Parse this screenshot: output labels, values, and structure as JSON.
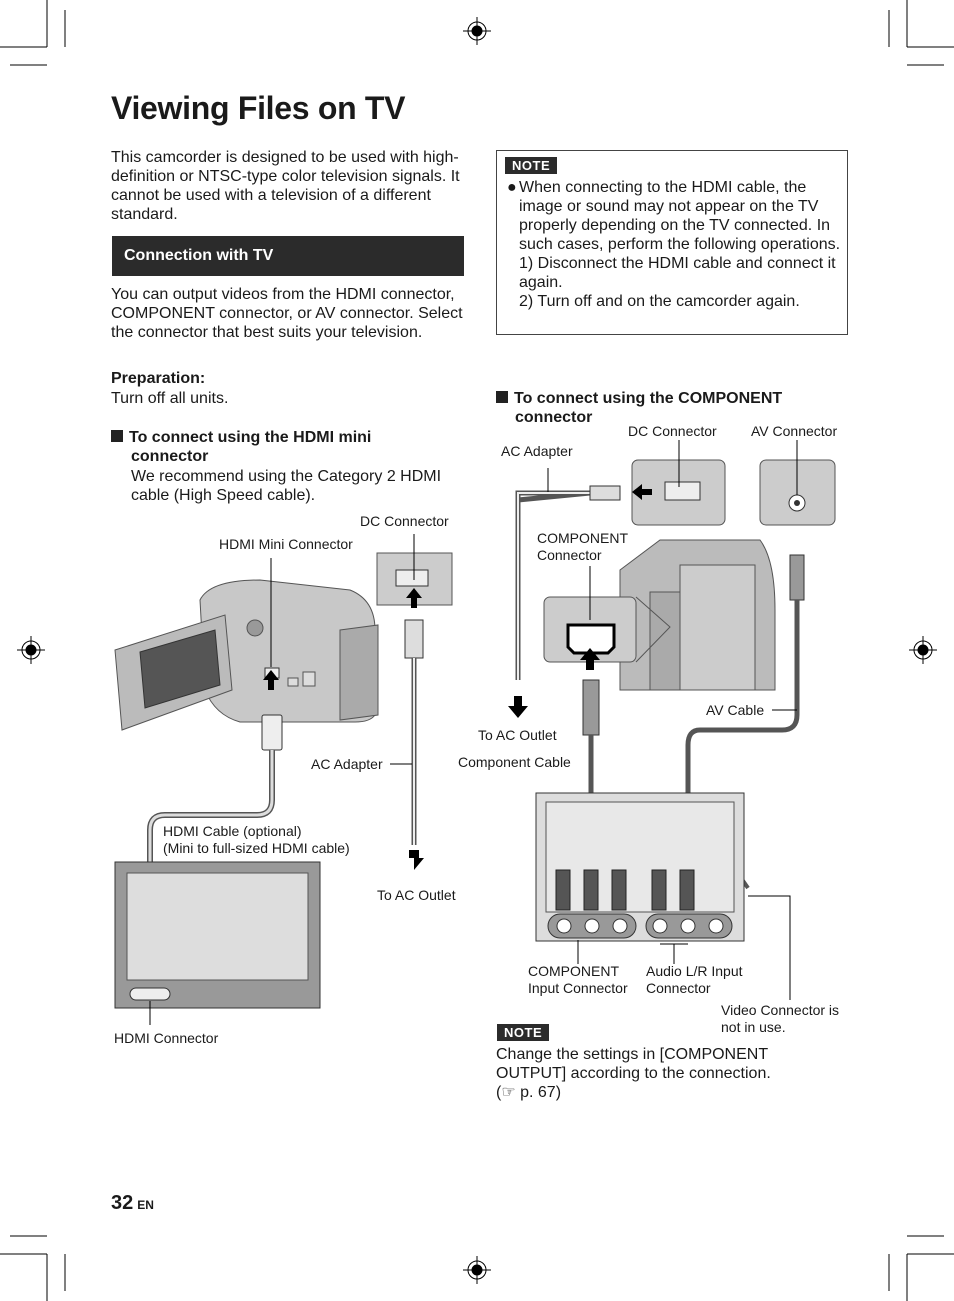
{
  "page": {
    "title": "Viewing Files on TV",
    "intro": "This camcorder is designed to be used with high-definition or NTSC-type color television signals. It cannot be used with a television of a different standard.",
    "section_heading": "Connection with TV",
    "section_text": "You can output videos from the HDMI connector, COMPONENT connector, or AV connector. Select the connector that best suits your television.",
    "preparation_label": "Preparation:",
    "preparation_text": "Turn off all units.",
    "hdmi_heading_1": "To connect using the HDMI mini",
    "hdmi_heading_2": "connector",
    "hdmi_recommend": "We recommend using the Category 2 HDMI cable (High Speed cable).",
    "page_number": "32",
    "page_lang": "EN"
  },
  "note_box": {
    "badge": "NOTE",
    "bullet": "When connecting to the HDMI cable, the image or sound may not appear on the TV properly depending on the TV connected. In such cases, perform the following operations.",
    "step1": "1) Disconnect the HDMI cable and connect it again.",
    "step2": "2) Turn off and on the camcorder again."
  },
  "component": {
    "heading_1": "To connect using the COMPONENT",
    "heading_2": "connector",
    "note_badge": "NOTE",
    "note_text": "Change the settings in [COMPONENT OUTPUT] according to the connection.",
    "note_ref": "(☞ p. 67)"
  },
  "hdmi_labels": {
    "dc_connector": "DC Connector",
    "hdmi_mini_connector": "HDMI Mini Connector",
    "ac_adapter": "AC Adapter",
    "hdmi_cable_1": "HDMI Cable (optional)",
    "hdmi_cable_2": "(Mini to full-sized HDMI cable)",
    "to_ac_outlet": "To AC Outlet",
    "hdmi_connector": "HDMI Connector"
  },
  "component_labels": {
    "dc_connector": "DC Connector",
    "av_connector": "AV Connector",
    "ac_adapter": "AC Adapter",
    "component_connector_1": "COMPONENT",
    "component_connector_2": "Connector",
    "av_cable": "AV Cable",
    "to_ac_outlet": "To AC Outlet",
    "component_cable": "Component Cable",
    "component_input_1": "COMPONENT",
    "component_input_2": "Input Connector",
    "audio_input_1": "Audio L/R Input",
    "audio_input_2": "Connector",
    "video_connector_1": "Video Connector is",
    "video_connector_2": "not in use."
  },
  "icons": [
    "registration-mark-icon",
    "crop-mark-icon",
    "bullet-icon",
    "square-bullet-icon",
    "arrow-up-icon",
    "arrow-down-icon",
    "pointing-hand-icon"
  ]
}
